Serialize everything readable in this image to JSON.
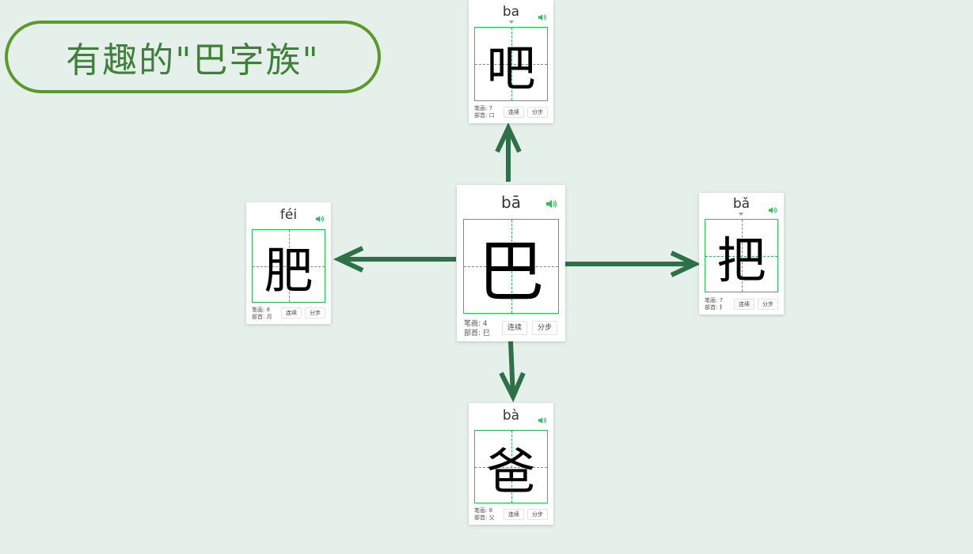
{
  "title": "有趣的\"巴字族\"",
  "colors": {
    "arrow": "#2e7048",
    "grid": "#2ebd5a",
    "title_border": "#5a9a2a",
    "title_text": "#3f7f3a",
    "background": "#e6f0ea"
  },
  "cards": {
    "center": {
      "pinyin": "bā",
      "char": "巴",
      "strokes": "笔画: 4",
      "radical": "部首: 巳",
      "btn_continuous": "连续",
      "btn_step": "分步",
      "icon": "speaker-icon"
    },
    "top": {
      "pinyin": "ba",
      "char": "吧",
      "strokes": "笔画: 7",
      "radical": "部首: 口",
      "btn_continuous": "连续",
      "btn_step": "分步",
      "icon": "speaker-icon"
    },
    "left": {
      "pinyin": "féi",
      "char": "肥",
      "strokes": "笔画: 8",
      "radical": "部首: 月",
      "btn_continuous": "连续",
      "btn_step": "分步",
      "icon": "speaker-icon"
    },
    "right": {
      "pinyin": "bǎ",
      "char": "把",
      "strokes": "笔画: 7",
      "radical": "部首: 扌",
      "btn_continuous": "连续",
      "btn_step": "分步",
      "icon": "speaker-icon"
    },
    "bottom": {
      "pinyin": "bà",
      "char": "爸",
      "strokes": "笔画: 8",
      "radical": "部首: 父",
      "btn_continuous": "连续",
      "btn_step": "分步",
      "icon": "speaker-icon"
    }
  }
}
